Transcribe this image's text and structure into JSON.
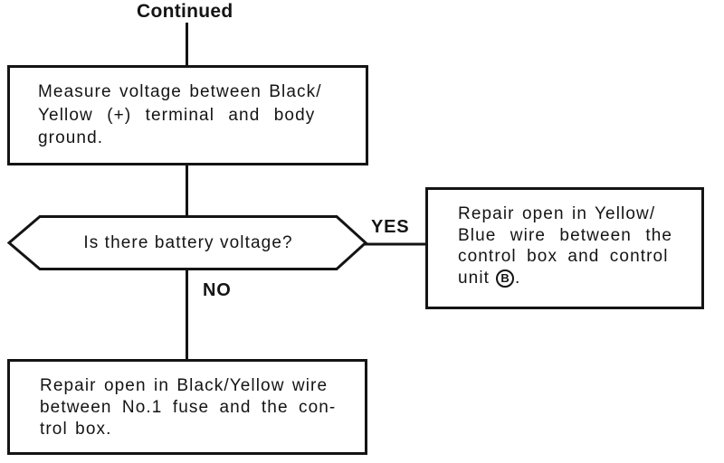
{
  "flowchart": {
    "continued_label": "Continued",
    "measure_box": {
      "lines": [
        "Measure voltage between Black/",
        "Yellow (+) terminal and body",
        "ground."
      ]
    },
    "decision": {
      "question": "Is there battery voltage?",
      "yes_label": "YES",
      "no_label": "NO"
    },
    "yes_box": {
      "lines": [
        "Repair open in Yellow/",
        "Blue wire between the",
        "control box and control"
      ],
      "last_line_prefix": "unit",
      "circled_ref": "B",
      "last_line_suffix": "."
    },
    "no_box": {
      "lines": [
        "Repair open in Black/Yellow wire",
        "between No.1 fuse and the con-",
        "trol box."
      ]
    },
    "colors": {
      "ink": "#141414",
      "paper": "#ffffff"
    }
  }
}
